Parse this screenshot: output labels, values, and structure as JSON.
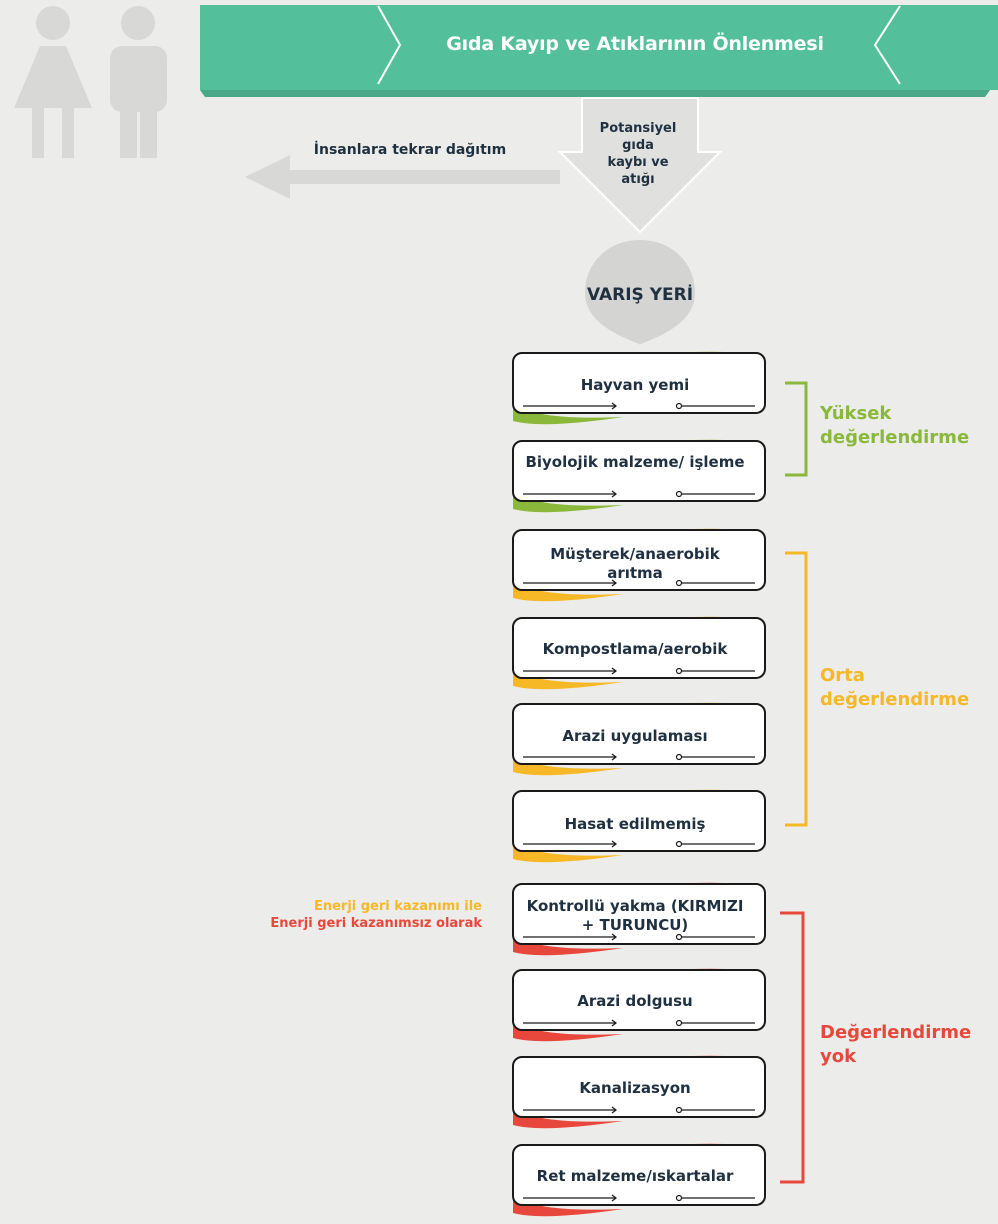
{
  "colors": {
    "title_green": "#53bf9b",
    "high_green": "#8ab83b",
    "medium_orange": "#f6b827",
    "none_red": "#e8473c",
    "text_dark": "#1f3040",
    "arrow_gray": "#d8d8d6"
  },
  "icons": [
    "woman-icon",
    "man-icon",
    "location-pin-icon"
  ],
  "header": {
    "title": "Gıda Kayıp ve Atıklarının Önlenmesi"
  },
  "redistribution": {
    "label": "İnsanlara tekrar dağıtım"
  },
  "potential": {
    "label_lines": [
      "Potansiyel",
      "gıda",
      "kaybı ve",
      "atığı"
    ]
  },
  "destination": {
    "label": "VARIŞ YERİ"
  },
  "boxes": [
    {
      "label": "Hayvan yemi",
      "level": "high"
    },
    {
      "label": "Biyolojik malzeme/ işleme",
      "level": "high"
    },
    {
      "label": "Müşterek/anaerobik arıtma",
      "level": "medium"
    },
    {
      "label": "Kompostlama/aerobik",
      "level": "medium"
    },
    {
      "label": "Arazi uygulaması",
      "level": "medium"
    },
    {
      "label": "Hasat edilmemiş",
      "level": "medium"
    },
    {
      "label": "Kontrollü yakma (KIRMIZI + TURUNCU)",
      "level": "none"
    },
    {
      "label": "Arazi dolgusu",
      "level": "none"
    },
    {
      "label": "Kanalizasyon",
      "level": "none"
    },
    {
      "label": "Ret malzeme/ıskartalar",
      "level": "none"
    }
  ],
  "categories": {
    "high": {
      "label": "Yüksek değerlendirme"
    },
    "medium": {
      "label": "Orta değerlendirme"
    },
    "none": {
      "label": "Değerlendirme yok"
    }
  },
  "energy": {
    "with": "Enerji geri kazanımı ile",
    "without": "Enerji geri kazanımsız olarak"
  }
}
